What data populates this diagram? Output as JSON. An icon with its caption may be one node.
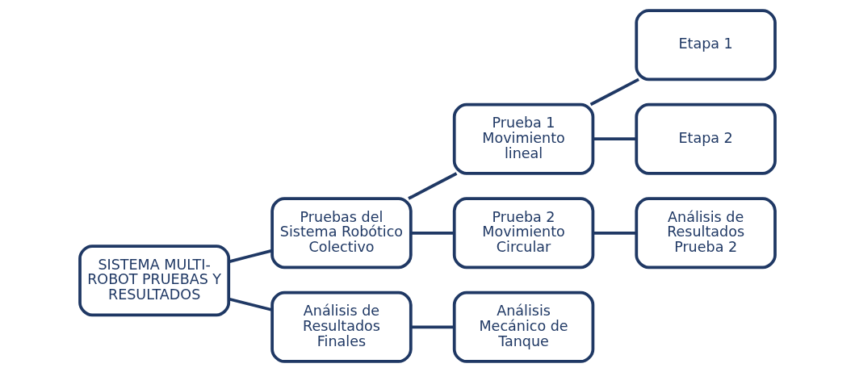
{
  "diagram": {
    "nodes": [
      {
        "text": [
          "SISTEMA MULTI-ROBOT PRUEBAS Y RESULTADOS"
        ]
      },
      {
        "text": [
          "Pruebas del Sistema Robótico Colectivo"
        ]
      },
      {
        "text": [
          "Análisis de Resultados Finales"
        ]
      },
      {
        "text": [
          "Prueba 1 Movimiento lineal"
        ]
      },
      {
        "text": [
          "Prueba 2 Movimiento Circular"
        ]
      },
      {
        "text": [
          "Análisis Mecánico de Tanque"
        ]
      },
      {
        "text": [
          "Etapa 1"
        ]
      },
      {
        "text": [
          "Etapa 2"
        ]
      },
      {
        "text": [
          "Análisis de Resultados Prueba 2"
        ]
      }
    ],
    "edges": [
      {
        "from": 0,
        "to": 1,
        "arrow": "none"
      },
      {
        "from": 0,
        "to": 2,
        "arrow": "none"
      },
      {
        "from": 1,
        "to": 3,
        "arrow": "none"
      },
      {
        "from": 1,
        "to": 4,
        "arrow": "none"
      },
      {
        "from": 2,
        "to": 5,
        "arrow": "none"
      },
      {
        "from": 3,
        "to": 6,
        "arrow": "none"
      },
      {
        "from": 3,
        "to": 7,
        "arrow": "none"
      },
      {
        "from": 4,
        "to": 8,
        "arrow": "none"
      }
    ]
  }
}
